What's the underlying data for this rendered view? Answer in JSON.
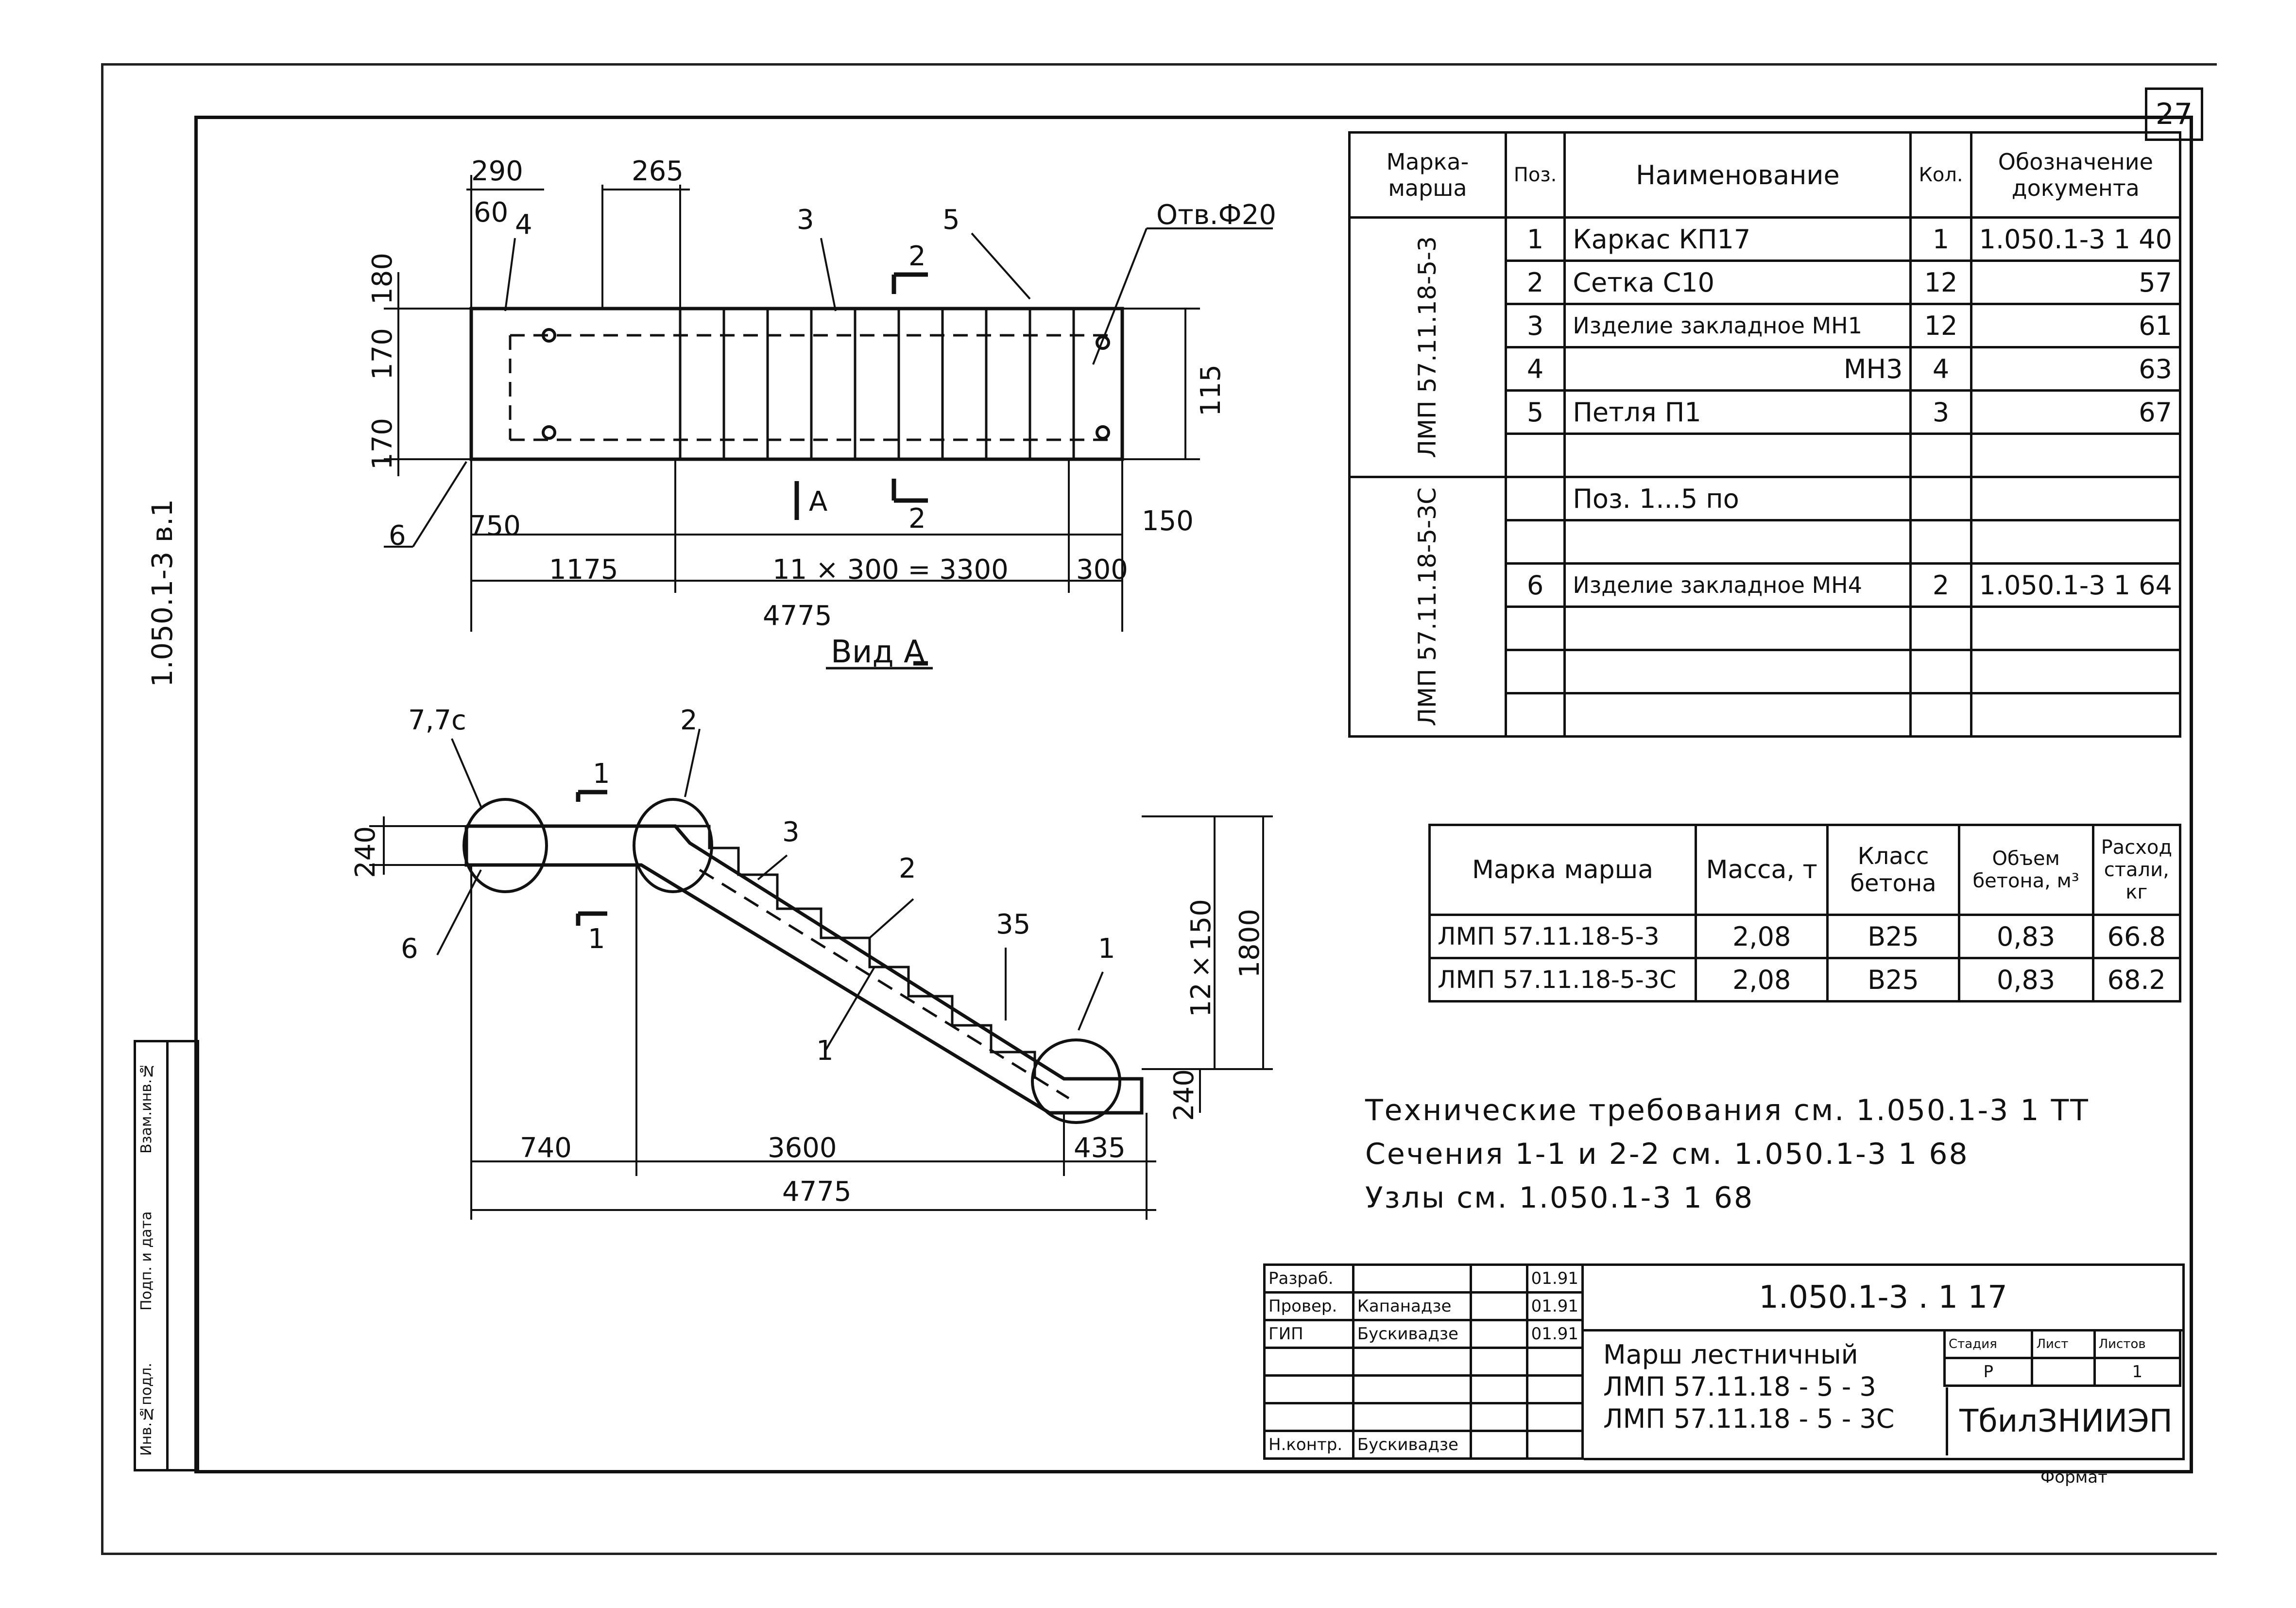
{
  "sheet_number": "27",
  "side_code": "1.050.1-3  в.1",
  "plan_view": {
    "hole_label": "Отв.Ф20",
    "dims": [
      "290",
      "60",
      "265",
      "180",
      "170",
      "170",
      "115",
      "750",
      "150",
      "1175",
      "11 × 300 = 3300",
      "300",
      "4775"
    ],
    "pos_labels": [
      "4",
      "3",
      "5",
      "2",
      "2",
      "6"
    ],
    "view_marker": "А",
    "caption": "Вид А"
  },
  "section_view": {
    "node_label": "7,7с",
    "pos_labels": [
      "2",
      "3",
      "2",
      "1",
      "1",
      "1",
      "1",
      "6"
    ],
    "dims": [
      "240",
      "35",
      "12×150",
      "1800",
      "240",
      "740",
      "3600",
      "435",
      "4775"
    ]
  },
  "spec_table": {
    "headers": [
      "Марка-марша",
      "Поз.",
      "Наименование",
      "Кол.",
      "Обозначение документа"
    ],
    "groups": [
      {
        "mark": "ЛМП 57.11.18-5-3",
        "rows": [
          {
            "pos": "1",
            "name": "Каркас КП17",
            "qty": "1",
            "doc": "1.050.1-3  1 40"
          },
          {
            "pos": "2",
            "name": "Сетка     С10",
            "qty": "12",
            "doc": "57"
          },
          {
            "pos": "3",
            "name": "Изделие закладное МН1",
            "qty": "12",
            "doc": "61"
          },
          {
            "pos": "4",
            "name": "МН3",
            "qty": "4",
            "doc": "63"
          },
          {
            "pos": "5",
            "name": "Петля  П1",
            "qty": "3",
            "doc": "67"
          },
          {
            "pos": "",
            "name": "",
            "qty": "",
            "doc": ""
          }
        ]
      },
      {
        "mark": "ЛМП 57.11.18-5-3С",
        "rows": [
          {
            "pos": "",
            "name": "Поз. 1...5 по",
            "qty": "",
            "doc": ""
          },
          {
            "pos": "",
            "name": "",
            "qty": "",
            "doc": ""
          },
          {
            "pos": "6",
            "name": "Изделие закладное МН4",
            "qty": "2",
            "doc": "1.050.1-3  1 64"
          },
          {
            "pos": "",
            "name": "",
            "qty": "",
            "doc": ""
          },
          {
            "pos": "",
            "name": "",
            "qty": "",
            "doc": ""
          },
          {
            "pos": "",
            "name": "",
            "qty": "",
            "doc": ""
          }
        ]
      }
    ]
  },
  "mass_table": {
    "headers": [
      "Марка марша",
      "Масса, т",
      "Класс бетона",
      "Объем бетона, м³",
      "Расход стали, кг"
    ],
    "rows": [
      [
        "ЛМП 57.11.18-5-3",
        "2,08",
        "В25",
        "0,83",
        "66.8"
      ],
      [
        "ЛМП 57.11.18-5-3С",
        "2,08",
        "В25",
        "0,83",
        "68.2"
      ]
    ]
  },
  "notes": [
    "Технические требования см. 1.050.1-3 1 ТТ",
    "Сечения 1-1 и 2-2 см. 1.050.1-3 1 68",
    "Узлы см. 1.050.1-3 1 68"
  ],
  "title_block": {
    "code": "1.050.1-3 . 1 17",
    "roles": [
      "Разраб.",
      "Провер.",
      "ГИП",
      "",
      "",
      "",
      "Н.контр."
    ],
    "names": [
      "",
      "Капанадзе",
      "Бускивадзе",
      "",
      "",
      "",
      "Бускивадзе"
    ],
    "dates": [
      "01.91",
      "01.91",
      "01.91",
      "",
      "",
      "",
      ""
    ],
    "title": [
      "Марш лестничный",
      "ЛМП 57.11.18 - 5 - 3",
      "ЛМП 57.11.18 - 5 - 3С"
    ],
    "stage_headers": [
      "Стадия",
      "Лист",
      "Листов"
    ],
    "stage_values": [
      "Р",
      "",
      "1"
    ],
    "org": "ТбилЗНИИЭП",
    "format": "Формат"
  },
  "left_stamp": [
    "Инв.№подл.",
    "Подп. и дата",
    "Взам.инв.№"
  ]
}
